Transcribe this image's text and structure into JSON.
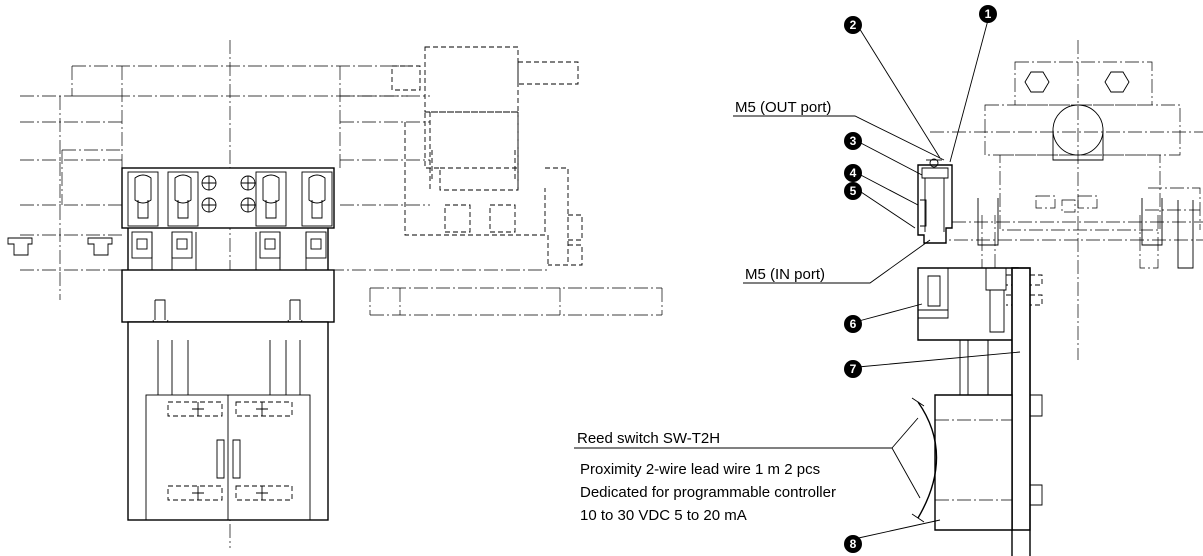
{
  "callouts": [
    {
      "number": "1"
    },
    {
      "number": "2"
    },
    {
      "number": "3"
    },
    {
      "number": "4"
    },
    {
      "number": "5"
    },
    {
      "number": "6"
    },
    {
      "number": "7"
    },
    {
      "number": "8"
    }
  ],
  "labels": {
    "out_port": "M5 (OUT port)",
    "in_port": "M5 (IN port)",
    "reed_switch_title": "Reed switch  SW-T2H",
    "reed_switch_line1": "Proximity 2-wire lead wire 1 m 2 pcs",
    "reed_switch_line2": "Dedicated for programmable controller",
    "reed_switch_line3": "10 to 30 VDC  5 to 20 mA"
  }
}
